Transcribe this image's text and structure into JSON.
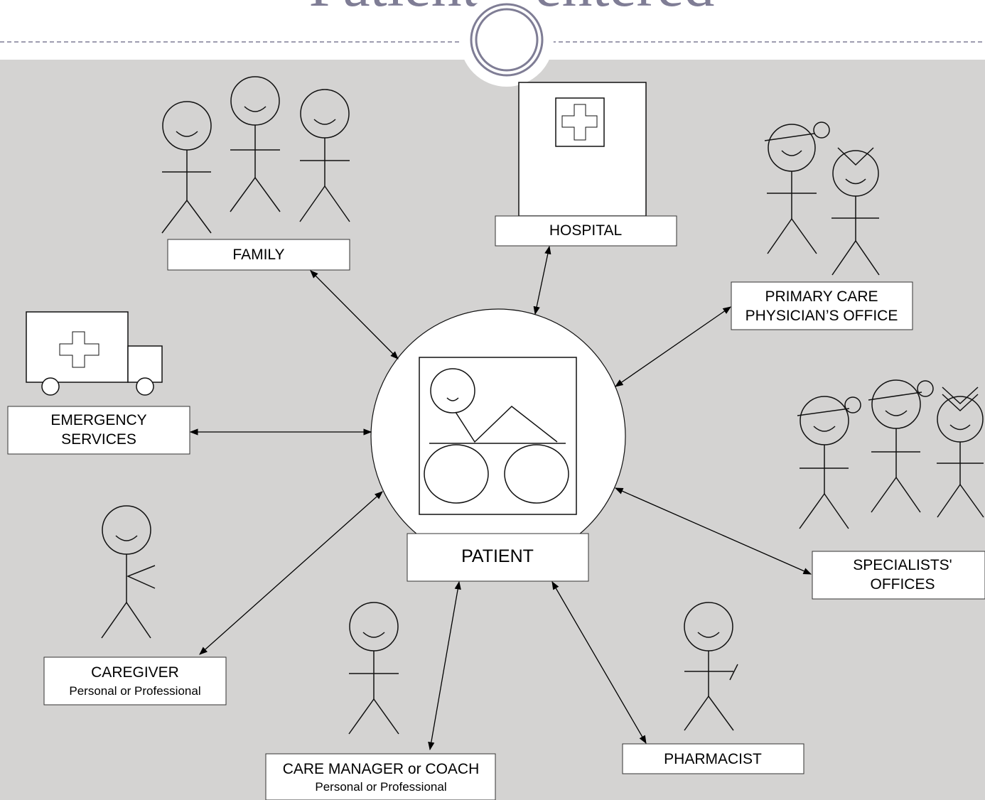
{
  "header": {
    "title": "Patient Centered"
  },
  "colors": {
    "background": "#d4d3d2",
    "title": "#7f7d95",
    "badge_ring": "#7f7d95",
    "dashed_rule": "#7f7d95"
  },
  "nodes": {
    "patient": {
      "label": "PATIENT"
    },
    "family": {
      "label": "FAMILY"
    },
    "hospital": {
      "label": "HOSPITAL"
    },
    "primary_care": {
      "line1": "PRIMARY CARE",
      "line2": "PHYSICIAN’S OFFICE"
    },
    "emergency": {
      "line1": "EMERGENCY",
      "line2": "SERVICES"
    },
    "specialists": {
      "line1": "SPECIALISTS'",
      "line2": "OFFICES"
    },
    "caregiver": {
      "line1": "CAREGIVER",
      "line2": "Personal or Professional"
    },
    "care_manager": {
      "line1": "CARE MANAGER or COACH",
      "line2": "Personal or Professional"
    },
    "pharmacist": {
      "label": "PHARMACIST"
    }
  },
  "icons": {
    "family": "family-stick-figures-icon",
    "hospital": "hospital-building-icon",
    "ambulance": "ambulance-icon",
    "doctors": "doctor-nurse-figures-icon",
    "specialists": "specialists-figures-icon",
    "caregiver": "caregiver-figure-icon",
    "care_manager": "care-manager-figure-icon",
    "pharmacist": "pharmacist-figure-icon",
    "patient": "patient-in-bed-icon"
  }
}
